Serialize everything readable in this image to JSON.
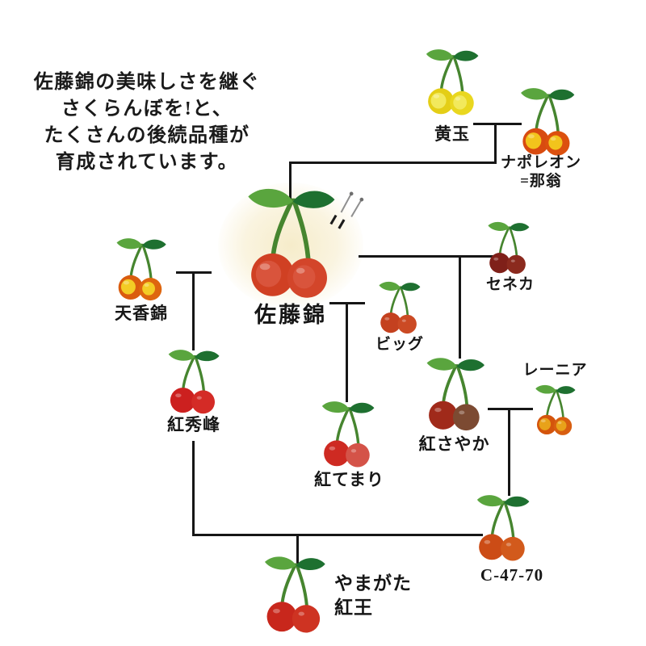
{
  "intro": {
    "lines": [
      "佐藤錦の美味しさを継ぐ",
      "さくらんぼを!と、",
      "たくさんの後続品種が",
      "育成されています。"
    ]
  },
  "varieties": {
    "kidama": {
      "label": "黄玉",
      "colors": {
        "f1": "#e4ce16",
        "f2": "#e9d71f",
        "inner": "#f2e95c"
      }
    },
    "napoleon": {
      "label": "ナポレオン",
      "label2": "=那翁",
      "colors": {
        "f1": "#d84b10",
        "f2": "#dc500e",
        "inner": "#f2c41c"
      }
    },
    "satonishiki": {
      "label": "佐藤錦",
      "colors": {
        "f1": "#d04023",
        "f2": "#d3452a",
        "inner": "#d9543c"
      }
    },
    "tenkonishiki": {
      "label": "天香錦",
      "colors": {
        "f1": "#da5c0e",
        "f2": "#de660f",
        "inner": "#f3cc25"
      }
    },
    "seneca": {
      "label": "セネカ",
      "colors": {
        "f1": "#7f2019",
        "f2": "#8b2a1e"
      }
    },
    "big": {
      "label": "ビッグ",
      "colors": {
        "f1": "#c4411f",
        "f2": "#cb4a24"
      }
    },
    "benishuho": {
      "label": "紅秀峰",
      "colors": {
        "f1": "#cc201f",
        "f2": "#d42b26"
      }
    },
    "benitemari": {
      "label": "紅てまり",
      "colors": {
        "f1": "#ce2a22",
        "f2": "#d45348"
      }
    },
    "benisayaka": {
      "label": "紅さやか",
      "colors": {
        "f1": "#a02a1a",
        "f2": "#7c4a32"
      }
    },
    "rainier": {
      "label": "レーニア",
      "colors": {
        "f1": "#d4540c",
        "f2": "#d85e10",
        "inner": "#e8a21a"
      }
    },
    "c4770": {
      "label": "C-47-70",
      "colors": {
        "f1": "#cc4c16",
        "f2": "#d25a1c"
      }
    },
    "yamagatabenio": {
      "label": "やまがた",
      "label2": "紅王",
      "colors": {
        "f1": "#c8271c",
        "f2": "#ce3322"
      }
    }
  },
  "pedigree": {
    "crosses": [
      {
        "parents": [
          "黄玉",
          "ナポレオン=那翁"
        ],
        "child": "佐藤錦"
      },
      {
        "parents": [
          "佐藤錦",
          "天香錦"
        ],
        "child": "紅秀峰"
      },
      {
        "parents": [
          "佐藤錦",
          "ビッグ"
        ],
        "child": "紅てまり"
      },
      {
        "parents": [
          "佐藤錦",
          "セネカ"
        ],
        "child": "紅さやか"
      },
      {
        "parents": [
          "紅さやか",
          "レーニア"
        ],
        "child": "C-47-70"
      },
      {
        "parents": [
          "紅秀峰",
          "C-47-70"
        ],
        "child": "やまがた紅王"
      }
    ]
  },
  "colors": {
    "line": "#161616",
    "text": "#1a1a1a",
    "glow": "#f6ecca",
    "background": "#ffffff",
    "stem": "#46852f",
    "leaf_light": "#5aa53e",
    "leaf_dark": "#1e7030"
  }
}
